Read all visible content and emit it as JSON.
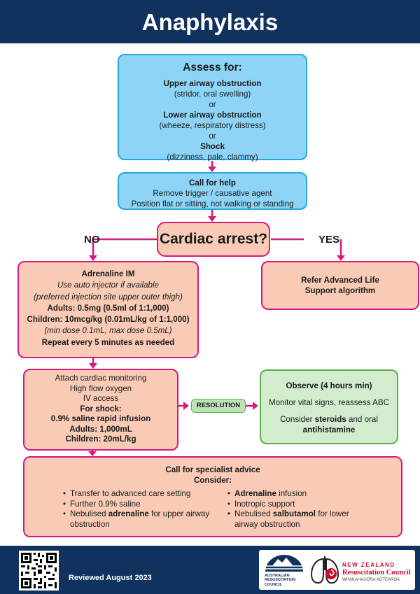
{
  "header": {
    "title": "Anaphylaxis"
  },
  "assess": {
    "heading": "Assess for:",
    "upper_title": "Upper airway obstruction",
    "upper_detail": "(stridor, oral swelling)",
    "or1": "or",
    "lower_title": "Lower airway obstruction",
    "lower_detail": "(wheeze, respiratory distress)",
    "or2": "or",
    "shock_title": "Shock",
    "shock_detail": "(dizziness, pale, clammy)"
  },
  "call_help": {
    "title": "Call for help",
    "line1": "Remove trigger / causative agent",
    "line2": "Position flat or sitting, not walking or standing"
  },
  "decision": {
    "question": "Cardiac arrest?",
    "no_label": "NO",
    "yes_label": "YES"
  },
  "adrenaline": {
    "title": "Adrenaline IM",
    "line1": "Use auto injector if available",
    "line2": "(preferred injection site upper outer thigh)",
    "adults": "Adults: 0.5mg (0.5ml of 1:1,000)",
    "children": "Children: 10mcg/kg (0.01mL/kg of 1:1,000)",
    "dose_range": "(min dose 0.1mL, max dose 0.5mL)",
    "repeat": "Repeat every 5 minutes as needed"
  },
  "als": {
    "line1": "Refer Advanced Life",
    "line2": "Support algorithm"
  },
  "monitoring": {
    "line1": "Attach cardiac monitoring",
    "line2": "High flow oxygen",
    "line3": "IV access",
    "shock_title": "For shock:",
    "shock_line": "0.9% saline rapid infusion",
    "adults": "Adults: 1,000mL",
    "children": "Children: 20mL/kg"
  },
  "resolution": {
    "label": "RESOLUTION"
  },
  "observe": {
    "title": "Observe (4 hours min)",
    "line1": "Monitor vital signs, reassess ABC",
    "line2_pre": "Consider ",
    "line2_bold": "steroids",
    "line2_mid": " and oral",
    "line3_bold": "antihistamine"
  },
  "specialist": {
    "title": "Call for specialist advice",
    "consider": "Consider:",
    "left": [
      {
        "pre": "Transfer to advanced care setting",
        "bold": "",
        "post": ""
      },
      {
        "pre": "Further 0.9% saline",
        "bold": "",
        "post": ""
      },
      {
        "pre": "Nebulised ",
        "bold": "adrenaline",
        "post": " for upper airway obstruction"
      }
    ],
    "right": [
      {
        "pre": "",
        "bold": "Adrenaline",
        "post": " infusion"
      },
      {
        "pre": "Inotropic support",
        "bold": "",
        "post": ""
      },
      {
        "pre": "Nebulised ",
        "bold": "salbutamol",
        "post": " for lower airway obstruction"
      }
    ]
  },
  "footer": {
    "reviewed": "Reviewed August 2023",
    "arc_line1": "AUSTRALIAN",
    "arc_line2": "RESUSCITATION",
    "arc_line3": "COUNCIL",
    "nz_line1": "NEW ZEALAND",
    "nz_line2": "Resuscitation Council",
    "nz_line3": "WHAKAHAUORA AOTEAROA"
  },
  "colors": {
    "header_bg": "#11325e",
    "blue_fill": "#8dd4f6",
    "blue_border": "#28a7df",
    "salmon_fill": "#f9cbb7",
    "magenta": "#d6197e",
    "green_fill": "#d3ecce",
    "green_border": "#5cae4a"
  }
}
